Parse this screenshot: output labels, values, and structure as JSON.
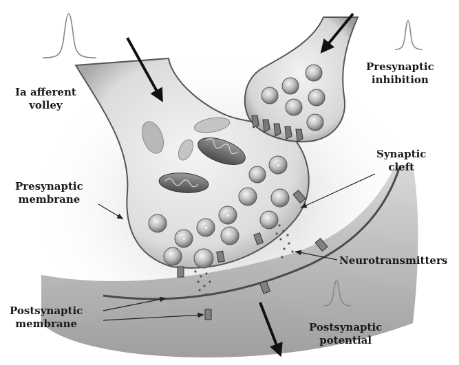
{
  "labels": {
    "ia_afferent": [
      "Ia afferent",
      "volley"
    ],
    "presynaptic_inhibition": [
      "Presynaptic",
      "inhibition"
    ],
    "synaptic_cleft": [
      "Synaptic",
      "cleft"
    ],
    "presynaptic_membrane": [
      "Presynaptic",
      "membrane"
    ],
    "neurotransmitters": "Neurotransmitters",
    "postsynaptic_membrane": [
      "Postsynaptic",
      "membrane"
    ],
    "postsynaptic_potential": [
      "Postsynaptic",
      "potential"
    ]
  }
}
